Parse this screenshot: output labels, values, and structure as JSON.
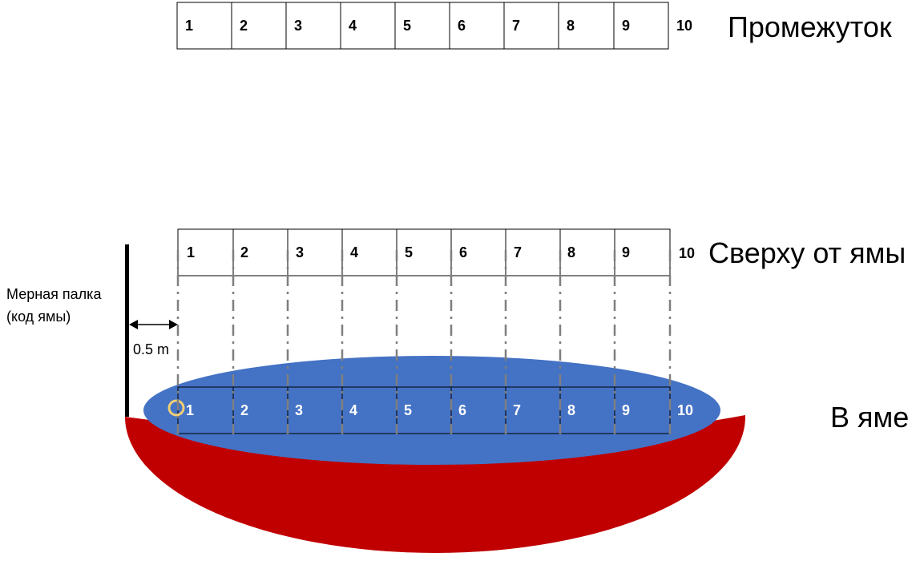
{
  "rows": {
    "gap": {
      "title": "Промежуток",
      "cells": [
        "1",
        "2",
        "3",
        "4",
        "5",
        "6",
        "7",
        "8",
        "9"
      ],
      "end_label": "10"
    },
    "above_pit": {
      "title": "Сверху от ямы",
      "cells": [
        "1",
        "2",
        "3",
        "4",
        "5",
        "6",
        "7",
        "8",
        "9"
      ],
      "end_label": "10"
    },
    "in_pit": {
      "title": "В яме",
      "cells": [
        "1",
        "2",
        "3",
        "4",
        "5",
        "6",
        "7",
        "8",
        "9"
      ],
      "end_label": "10"
    }
  },
  "stick": {
    "label_line1": "Мерная палка",
    "label_line2": "(код ямы)"
  },
  "distance_label": "0.5 m",
  "colors": {
    "pit_water": "#4472c4",
    "pit_body": "#c00000",
    "marker": "#f2cf74",
    "guide_line": "#7f7f7f",
    "stick": "#000000"
  }
}
